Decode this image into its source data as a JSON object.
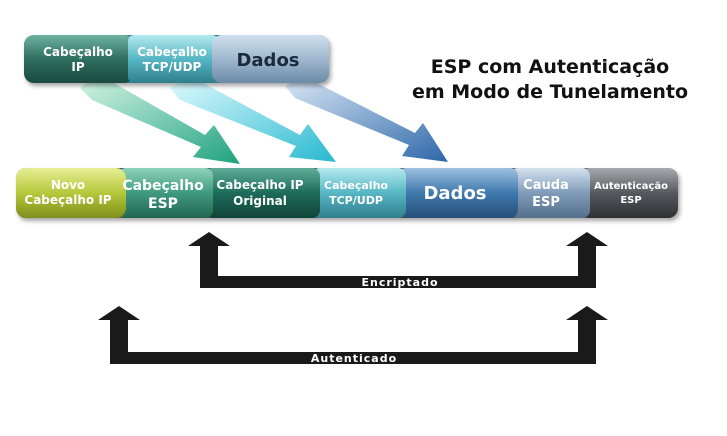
{
  "title": {
    "line1": "ESP com Autenticação",
    "line2": "em Modo de Tunelamento"
  },
  "original_packet": {
    "segments": [
      {
        "line1": "Cabeçalho",
        "line2": "IP"
      },
      {
        "line1": "Cabeçalho",
        "line2": "TCP/UDP"
      },
      {
        "line1": "Dados",
        "line2": ""
      }
    ]
  },
  "esp_packet": {
    "segments": [
      {
        "line1": "Novo",
        "line2": "Cabeçalho IP"
      },
      {
        "line1": "Cabeçalho",
        "line2": "ESP"
      },
      {
        "line1": "Cabeçalho IP",
        "line2": "Original"
      },
      {
        "line1": "Cabeçalho",
        "line2": "TCP/UDP"
      },
      {
        "line1": "Dados",
        "line2": ""
      },
      {
        "line1": "Cauda",
        "line2": "ESP"
      },
      {
        "line1": "Autenticação",
        "line2": "ESP"
      }
    ]
  },
  "brackets": {
    "encrypted": "Encriptado",
    "authenticated": "Autenticado"
  },
  "colors": {
    "ip_header": "#2f6e5f",
    "tcp_udp": "#57b6c4",
    "data": "#3f79ad",
    "new_ip": "#b5c73a",
    "esp_header": "#3f9a7d",
    "orig_ip": "#1e6b5a",
    "trailer": "#7f9bb8",
    "auth": "#55595d",
    "bracket": "#1a1a1a"
  }
}
